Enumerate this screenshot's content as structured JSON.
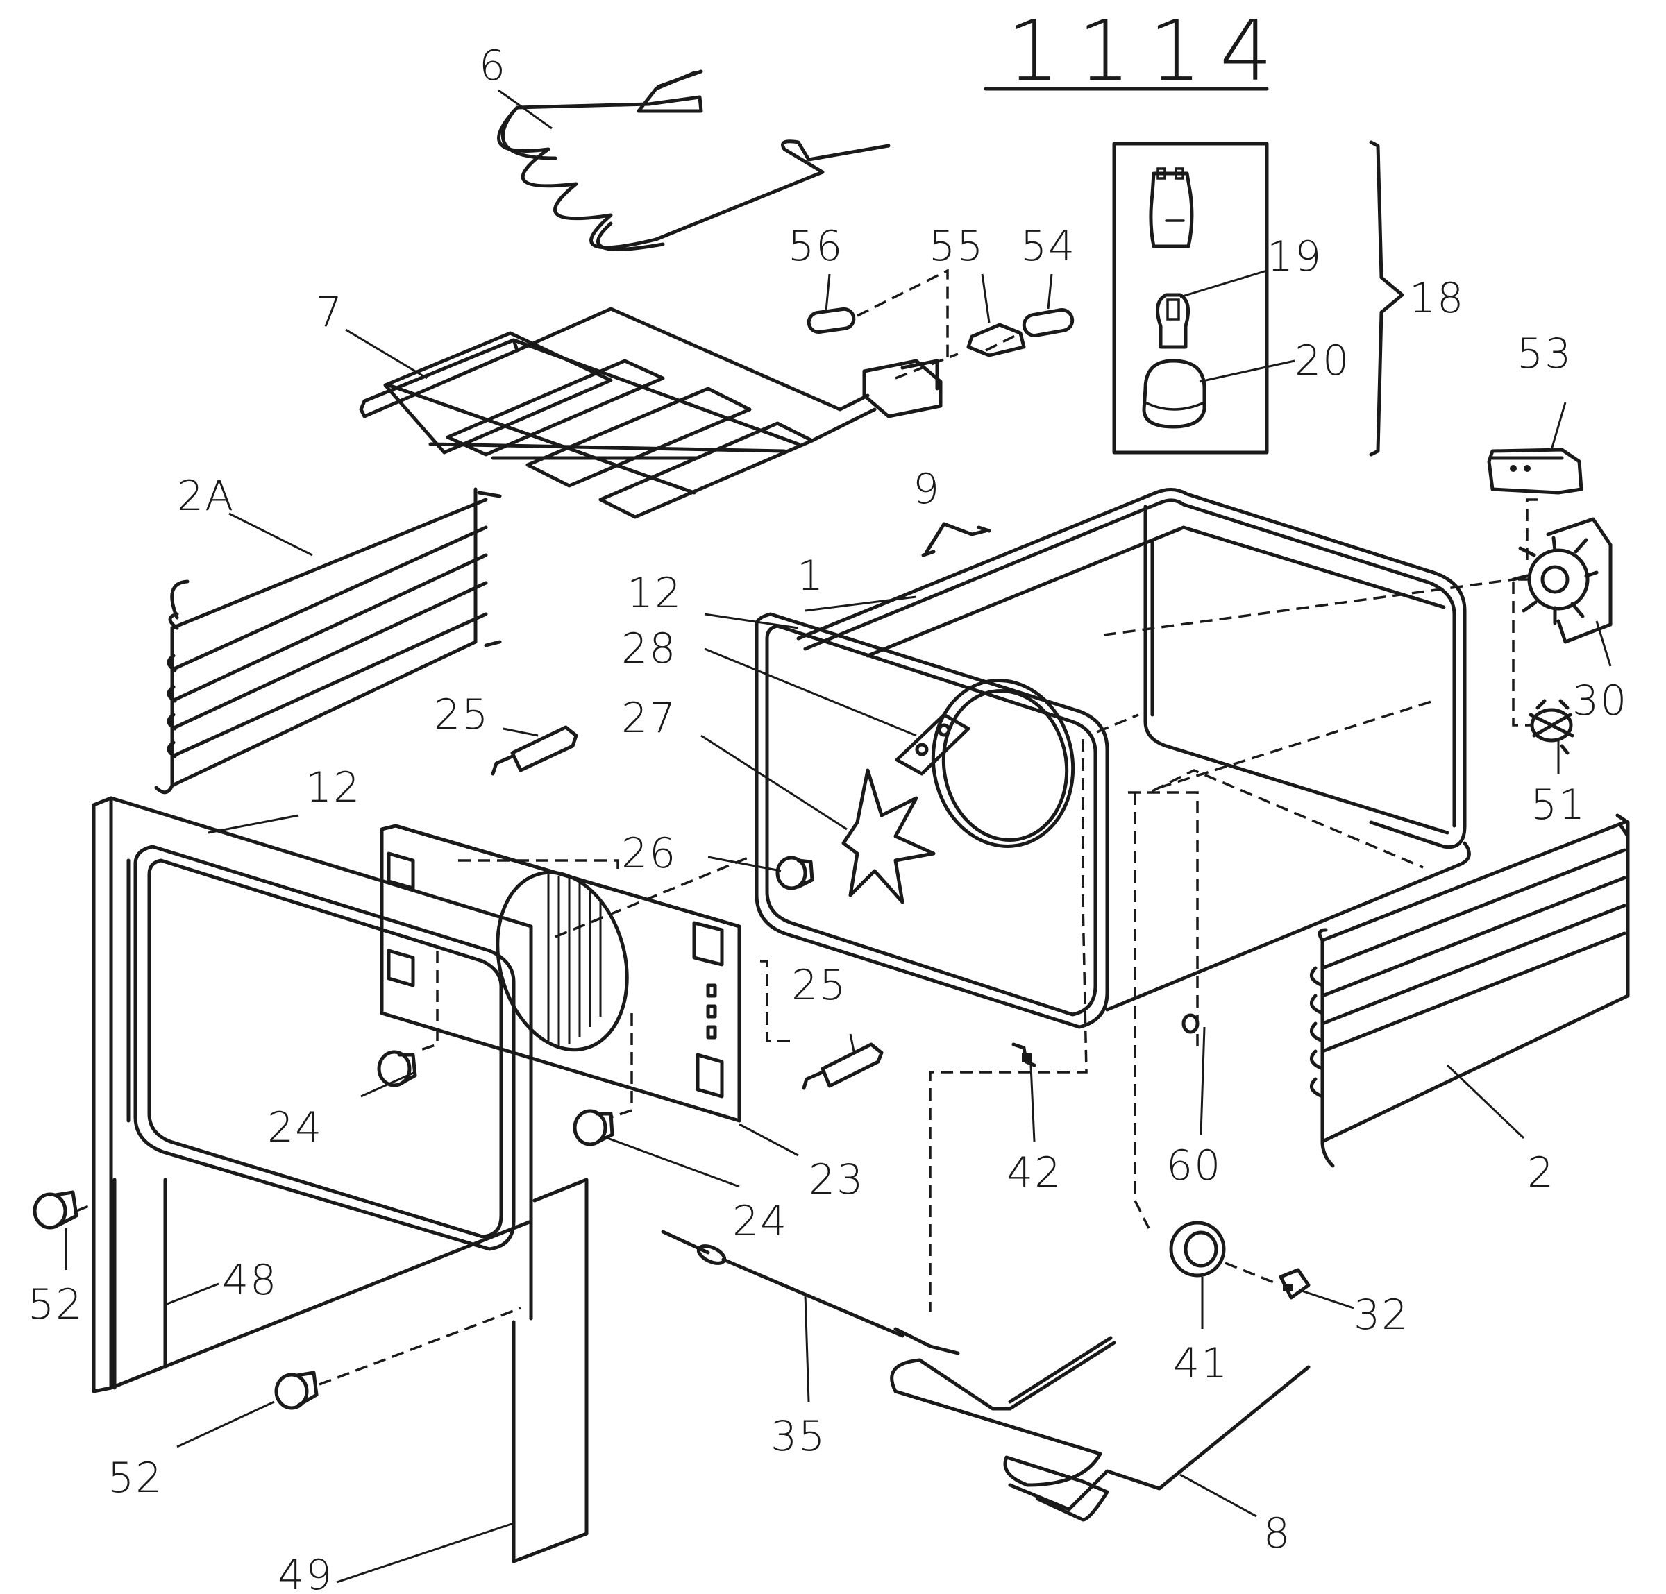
{
  "diagram": {
    "title": "1114",
    "labels": {
      "p1": "1",
      "p2": "2",
      "p2a": "2A",
      "p6": "6",
      "p7": "7",
      "p8": "8",
      "p9": "9",
      "p12a": "12",
      "p12b": "12",
      "p18": "18",
      "p19": "19",
      "p20": "20",
      "p23": "23",
      "p24a": "24",
      "p24b": "24",
      "p25a": "25",
      "p25b": "25",
      "p26": "26",
      "p27": "27",
      "p28": "28",
      "p30": "30",
      "p32": "32",
      "p35": "35",
      "p41": "41",
      "p42": "42",
      "p48": "48",
      "p49": "49",
      "p51": "51",
      "p52a": "52",
      "p52b": "52",
      "p53": "53",
      "p54": "54",
      "p55": "55",
      "p56": "56",
      "p60": "60"
    }
  }
}
